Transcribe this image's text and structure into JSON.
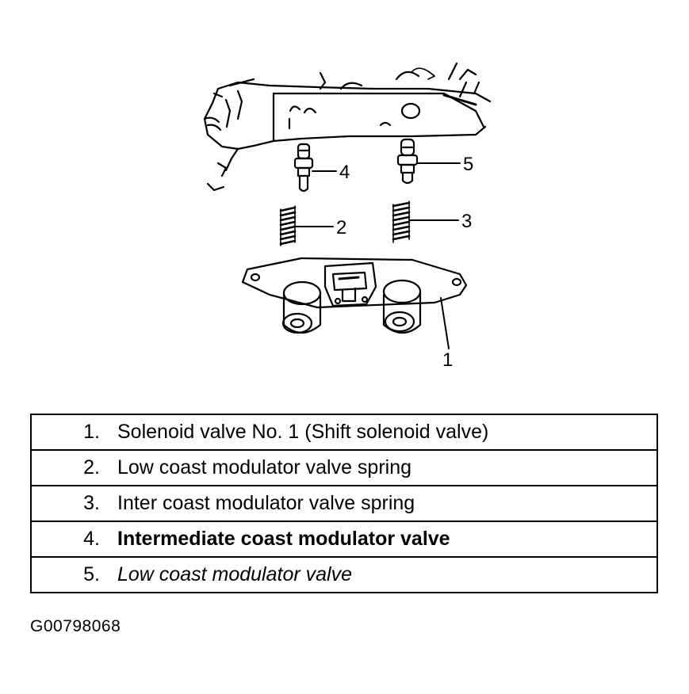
{
  "diagram": {
    "callouts": {
      "c1": "1",
      "c2": "2",
      "c3": "3",
      "c4": "4",
      "c5": "5"
    }
  },
  "legend": [
    {
      "number": "1.",
      "description": "Solenoid valve No. 1 (Shift solenoid valve)"
    },
    {
      "number": "2.",
      "description": "Low coast modulator valve spring"
    },
    {
      "number": "3.",
      "description": "Inter coast modulator valve spring"
    },
    {
      "number": "4.",
      "description": "Intermediate coast modulator valve"
    },
    {
      "number": "5.",
      "description": "Low coast modulator valve"
    }
  ],
  "figure_id": "G00798068"
}
